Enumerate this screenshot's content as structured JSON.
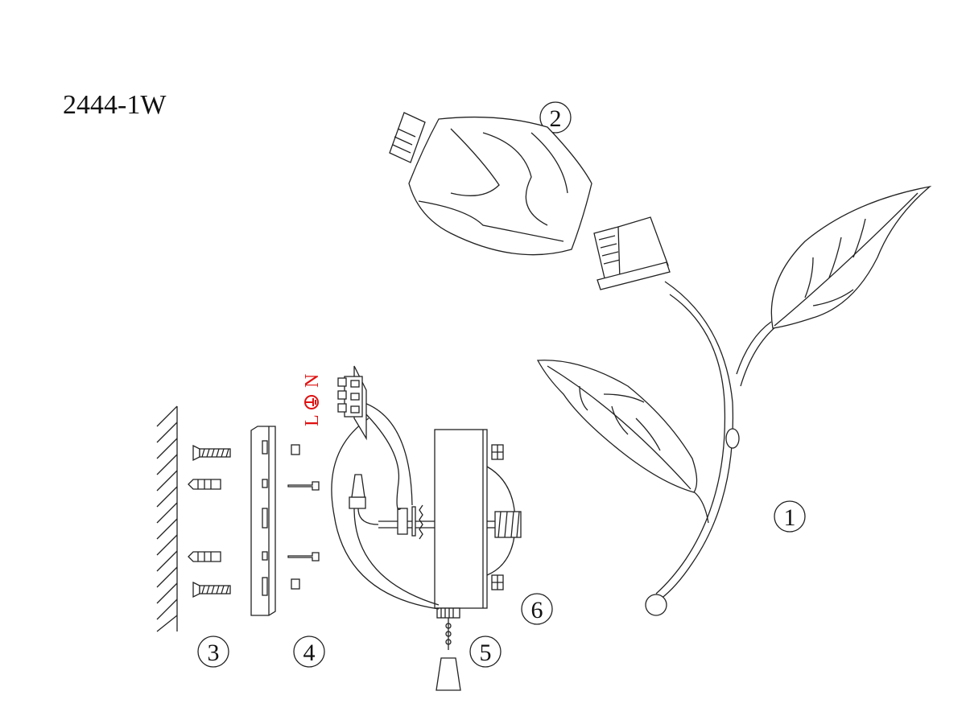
{
  "model_code": "2444-1W",
  "part_numbers": [
    "1",
    "2",
    "3",
    "4",
    "5",
    "6"
  ],
  "wiring_labels": {
    "live": "L",
    "earth_symbol": "earth-ground-icon",
    "neutral": "N"
  },
  "colors": {
    "line": "#222222",
    "wiring_label": "#e01010"
  }
}
